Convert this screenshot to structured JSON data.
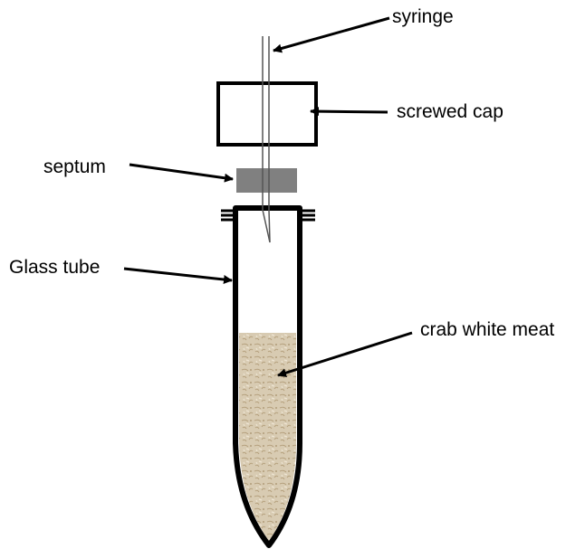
{
  "labels": {
    "syringe": "syringe",
    "screwed_cap": "screwed cap",
    "septum": "septum",
    "glass_tube": "Glass tube",
    "crab_white_meat": "crab white meat"
  },
  "colors": {
    "outline": "#000000",
    "septum_fill": "#808080",
    "meat_fill": "#d8cbb2",
    "background": "#ffffff"
  }
}
